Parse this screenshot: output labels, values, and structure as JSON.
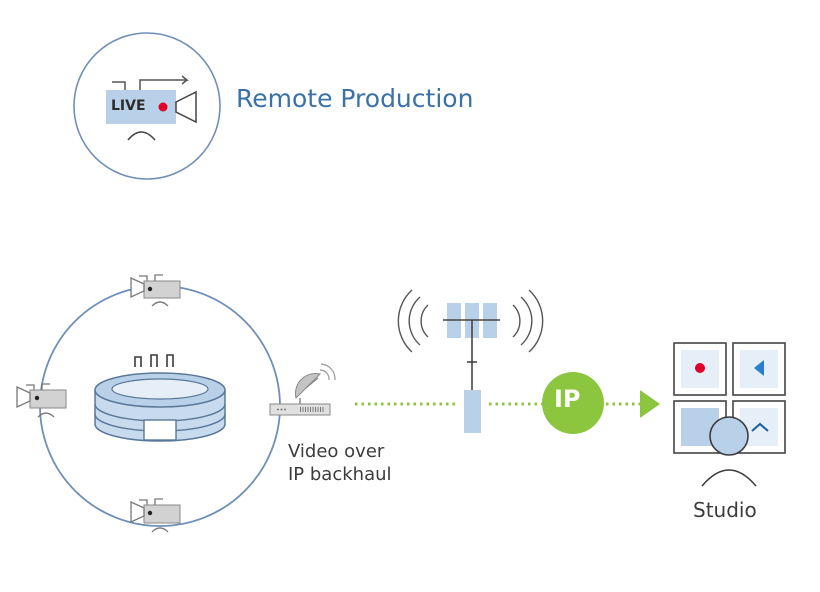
{
  "header": {
    "title": "Remote Production",
    "live_badge": "LIVE"
  },
  "diagram": {
    "backhaul_label_line1": "Video over",
    "backhaul_label_line2": "IP backhaul",
    "ip_badge": "IP",
    "studio_label": "Studio"
  },
  "icons": [
    "live-camera-icon",
    "stadium-icon",
    "camera-icon",
    "satellite-dish-icon",
    "cell-tower-icon",
    "studio-monitor-wall-icon",
    "operator-avatar-icon"
  ],
  "colors": {
    "accent_blue": "#3a72a8",
    "light_blue": "#b8d0e8",
    "ring_blue": "#6f8fb8",
    "green": "#8cc63f",
    "live_red": "#e0002a",
    "gray": "#8c8c8c"
  }
}
